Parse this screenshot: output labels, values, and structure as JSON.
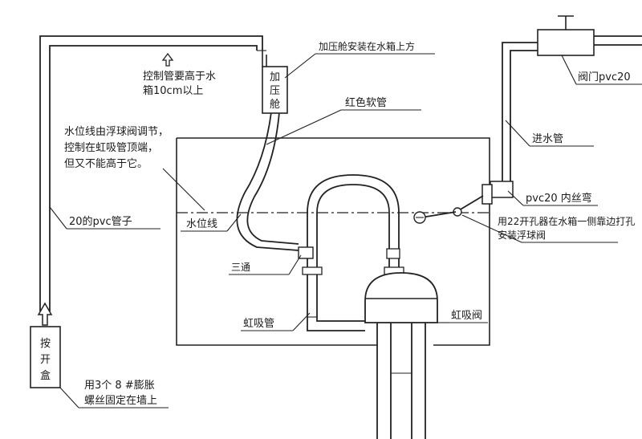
{
  "labels": {
    "pressure_note": "加压舱安装在水箱上方",
    "pressure_chamber": [
      "加",
      "压",
      "舱"
    ],
    "control_pipe_line1": "控制管要高于水",
    "control_pipe_line2": "箱10cm以上",
    "red_hose": "红色软管",
    "water_level_note_line1": "水位线由浮球阀调节，",
    "water_level_note_line2": "控制在虹吸管顶端，",
    "water_level_note_line3": "但又不能高于它。",
    "water_level": "水位线",
    "pvc_pipe_20": "20的pvc管子",
    "tee": "三通",
    "siphon_pipe": "虹吸管",
    "siphon_valve": "虹吸阀",
    "valve_pvc": "阀门pvc20",
    "inlet_pipe": "进水管",
    "pvc_elbow": "pvc20 内丝弯",
    "float_valve_line1": "用22开孔器在水箱一侧靠边打孔",
    "float_valve_line2": "安装浮球阀",
    "switch_box": [
      "按",
      "开",
      "盒"
    ],
    "screw_note_line1": "用3个 8  #膨胀",
    "screw_note_line2": "螺丝固定在墙上"
  }
}
